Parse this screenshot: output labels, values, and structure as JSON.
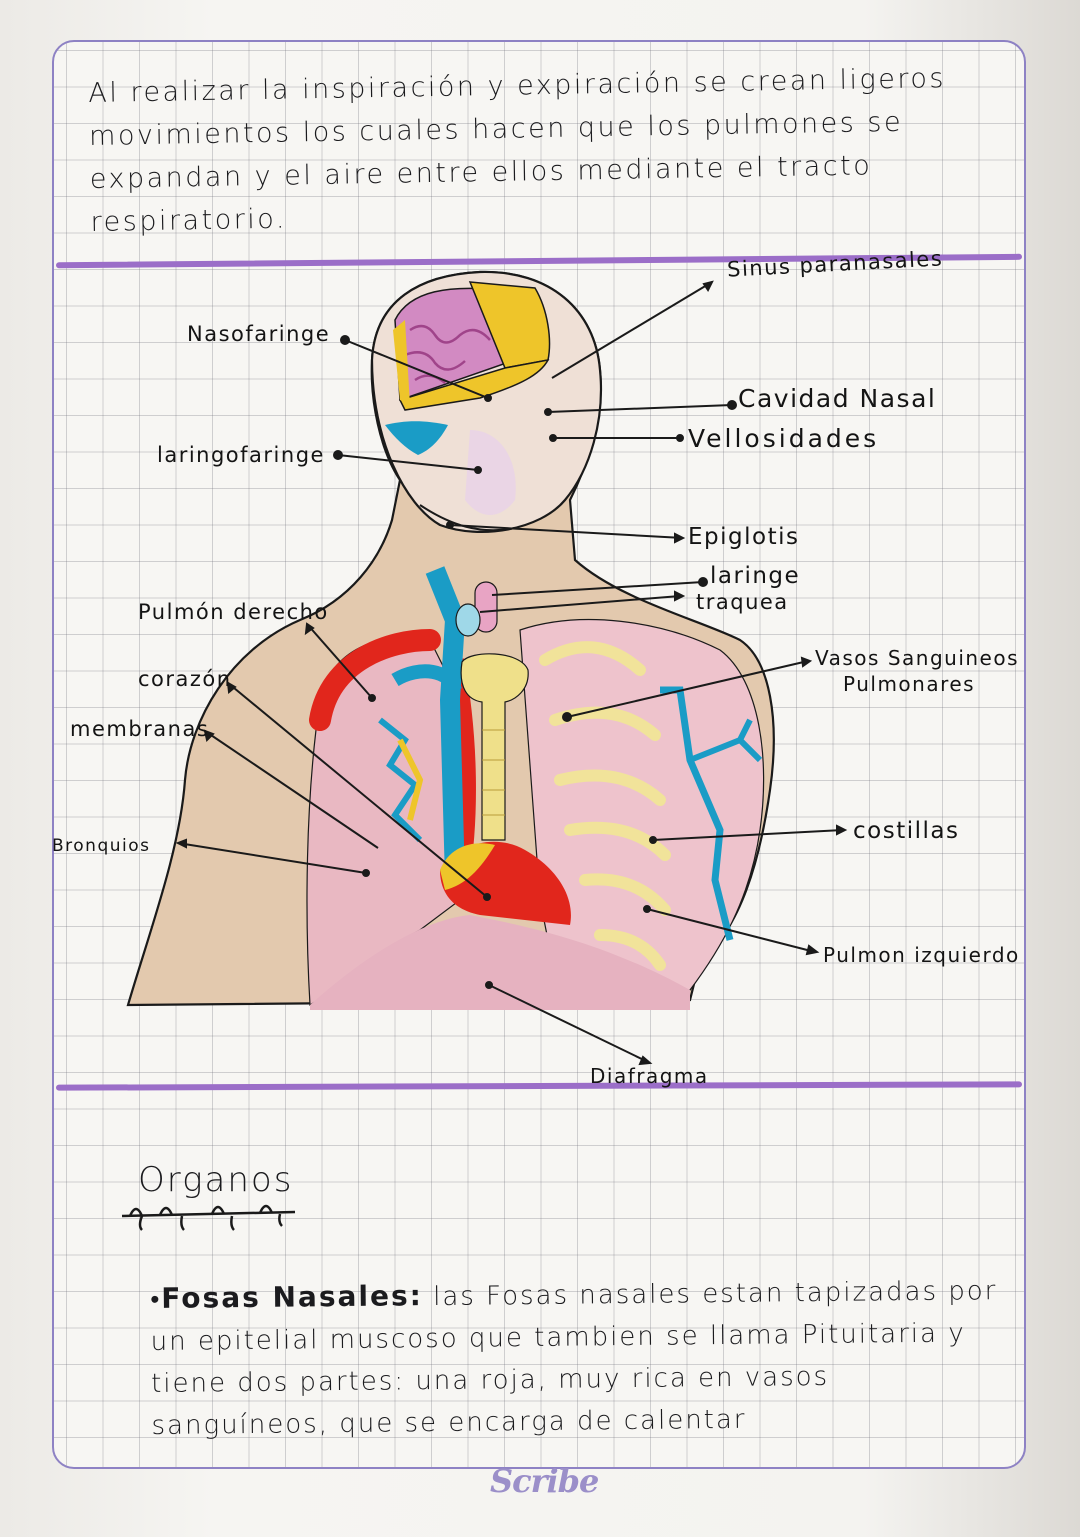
{
  "intro": {
    "text": "Al realizar la inspiración y expiración se crean ligeros movimientos los cuales hacen que los pulmones se expandan y el aire entre ellos mediante el tracto respiratorio."
  },
  "diagram": {
    "labels": {
      "sinus": "Sinus paranasales",
      "nasofaringe": "Nasofaringe",
      "cavidad_nasal": "Cavidad Nasal",
      "vellosidades": "Vellosidades",
      "laringofaringe": "laringofaringe",
      "epiglotis": "Epiglotis",
      "laringe": "laringe",
      "traquea": "traquea",
      "pulmon_derecho": "Pulmón derecho",
      "corazon": "corazón",
      "membranas": "membranas",
      "bronquios": "Bronquios",
      "vasos_line1": "Vasos Sanguineos",
      "vasos_line2": "Pulmonares",
      "costillas": "costillas",
      "pulmon_izquierdo": "Pulmon izquierdo",
      "diafragma": "Diafragma"
    },
    "colors": {
      "skin": "#d9b899",
      "lung": "#e9b8c2",
      "brain": "#c46aa8",
      "yellow": "#eec52a",
      "blue": "#1a9cc6",
      "red": "#e1261c",
      "trachea": "#efe08a",
      "rib": "#f1e39a"
    }
  },
  "organs": {
    "title": "Organos",
    "item_term": "Fosas Nasales:",
    "item_text": "las Fosas nasales estan tapizadas por un epitelial muscoso que tambien se llama Pituitaria y tiene dos partes: una roja, muy rica en vasos sanguíneos, que se encarga de calentar"
  },
  "notebook": {
    "brand": "Scribe"
  }
}
